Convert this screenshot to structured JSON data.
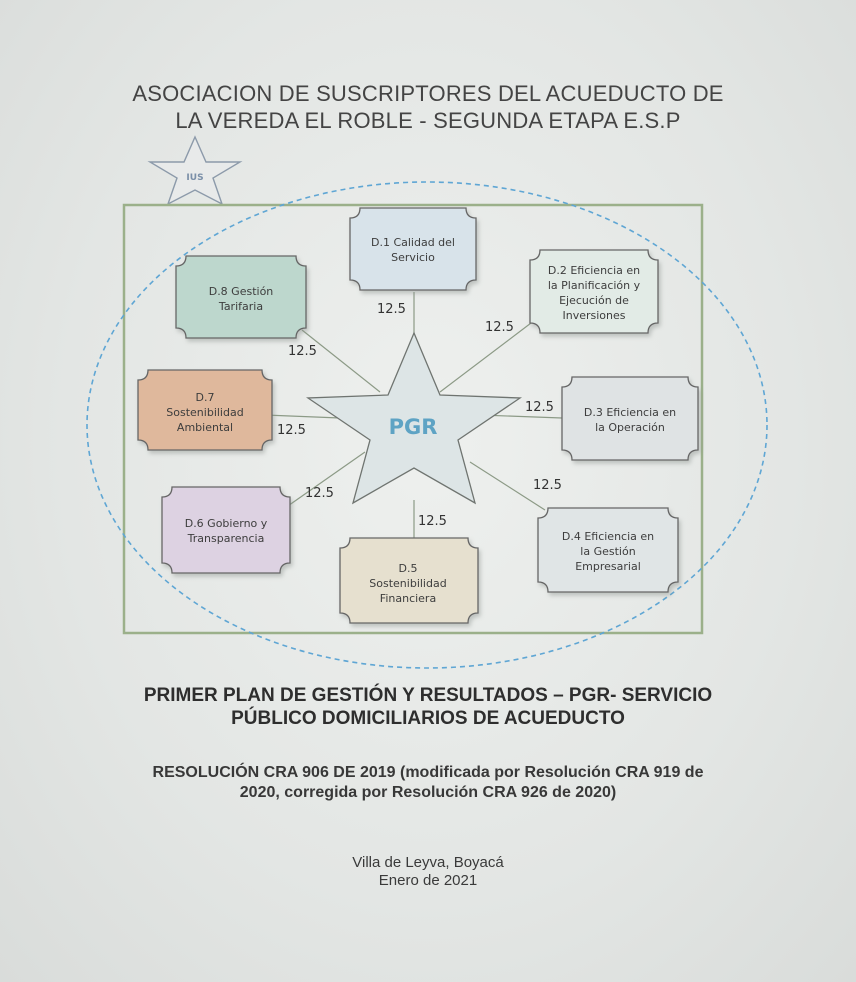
{
  "header": {
    "line1": "ASOCIACION DE SUSCRIPTORES DEL ACUEDUCTO DE",
    "line2": "LA VEREDA EL ROBLE - SEGUNDA ETAPA E.S.P"
  },
  "logo": {
    "text": "IUS",
    "icon": "star-icon"
  },
  "diagram": {
    "center": "PGR",
    "dimensions": [
      {
        "line1": "D.1 Calidad del",
        "line2": "Servicio",
        "weight": "12.5",
        "color": "#d8e3ea"
      },
      {
        "line1": "D.2 Eficiencia en",
        "line2": "la Planificación y",
        "line3": "Ejecución de",
        "line4": "Inversiones",
        "weight": "12.5",
        "color": "#e2ebe6"
      },
      {
        "line1": "D.3 Eficiencia en",
        "line2": "la Operación",
        "weight": "12.5",
        "color": "#dfe3e4"
      },
      {
        "line1": "D.4 Eficiencia en",
        "line2": "la Gestión",
        "line3": "Empresarial",
        "weight": "12.5",
        "color": "#e0e5e6"
      },
      {
        "line1": "D.5",
        "line2": "Sostenibilidad",
        "line3": "Financiera",
        "weight": "12.5",
        "color": "#e6e0cf"
      },
      {
        "line1": "D.6 Gobierno y",
        "line2": "Transparencia",
        "weight": "12.5",
        "color": "#ddd2e2"
      },
      {
        "line1": "D.7",
        "line2": "Sostenibilidad",
        "line3": "Ambiental",
        "weight": "12.5",
        "color": "#dfb89c"
      },
      {
        "line1": "D.8 Gestión",
        "line2": "Tarifaria",
        "weight": "12.5",
        "color": "#bdd7cd"
      }
    ]
  },
  "plan_title": {
    "line1": "PRIMER PLAN DE GESTIÓN Y RESULTADOS – PGR- SERVICIO",
    "line2": "PÚBLICO DOMICILIARIOS DE ACUEDUCTO"
  },
  "resolution": {
    "line1": "RESOLUCIÓN CRA 906 DE 2019 (modificada por Resolución CRA 919 de",
    "line2": "2020, corregida por Resolución CRA 926 de 2020)"
  },
  "footer": {
    "place": "Villa de Leyva, Boyacá",
    "date": "Enero de 2021"
  }
}
